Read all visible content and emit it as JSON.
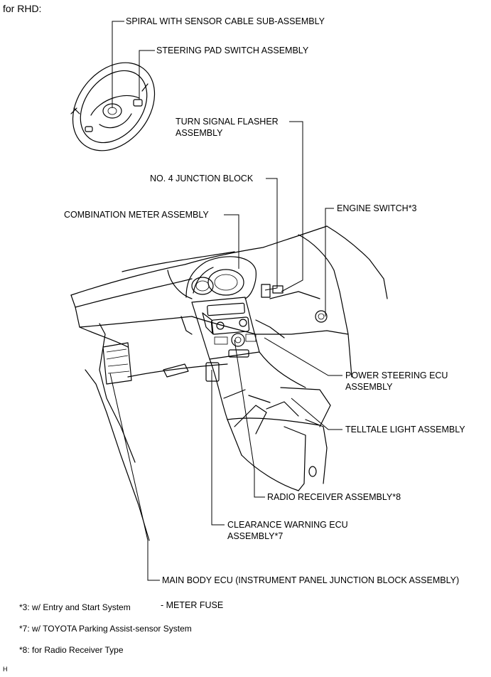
{
  "header": "for RHD:",
  "labels": {
    "spiral": "SPIRAL WITH SENSOR CABLE SUB-ASSEMBLY",
    "steering_pad": "STEERING PAD SWITCH ASSEMBLY",
    "turn_signal_1": "TURN SIGNAL FLASHER",
    "turn_signal_2": "ASSEMBLY",
    "junction4": "NO. 4 JUNCTION BLOCK",
    "combination_meter": "COMBINATION METER ASSEMBLY",
    "engine_switch": "ENGINE SWITCH*3",
    "power_steering_1": "POWER STEERING ECU",
    "power_steering_2": "ASSEMBLY",
    "telltale": "TELLTALE LIGHT ASSEMBLY",
    "radio": "RADIO RECEIVER ASSEMBLY*8",
    "clearance_1": "CLEARANCE WARNING ECU",
    "clearance_2": "ASSEMBLY*7",
    "main_body": "MAIN BODY ECU (INSTRUMENT PANEL JUNCTION BLOCK ASSEMBLY)",
    "meter_fuse": "- METER FUSE"
  },
  "notes": [
    "*3: w/ Entry and Start System",
    "*7: w/ TOYOTA Parking Assist-sensor System",
    "*8: for Radio Receiver Type"
  ],
  "footer_code": "H"
}
